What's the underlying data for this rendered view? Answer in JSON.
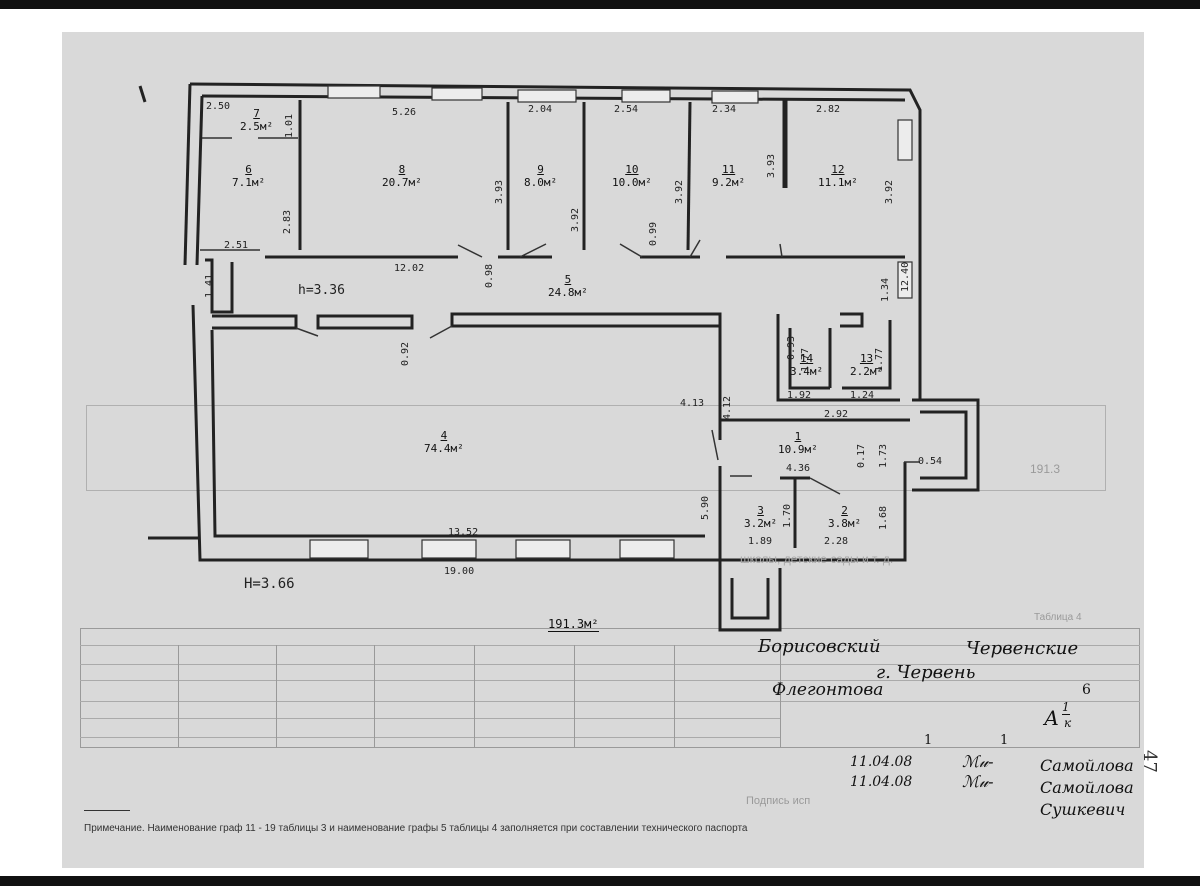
{
  "plan": {
    "rooms": [
      {
        "num": "7",
        "area": "2.5м²"
      },
      {
        "num": "6",
        "area": "7.1м²"
      },
      {
        "num": "8",
        "area": "20.7м²"
      },
      {
        "num": "9",
        "area": "8.0м²"
      },
      {
        "num": "10",
        "area": "10.0м²"
      },
      {
        "num": "11",
        "area": "9.2м²"
      },
      {
        "num": "12",
        "area": "11.1м²"
      },
      {
        "num": "5",
        "area": "24.8м²"
      },
      {
        "num": "4",
        "area": "74.4м²"
      },
      {
        "num": "14",
        "area": "3.4м²"
      },
      {
        "num": "13",
        "area": "2.2м²"
      },
      {
        "num": "1",
        "area": "10.9м²"
      },
      {
        "num": "3",
        "area": "3.2м²"
      },
      {
        "num": "2",
        "area": "3.8м²"
      }
    ],
    "dims": [
      "2.50",
      "1.01",
      "5.26",
      "2.04",
      "2.54",
      "2.34",
      "2.82",
      "2.83",
      "3.93",
      "3.92",
      "3.92",
      "3.93",
      "3.92",
      "2.51",
      "12.02",
      "0.98",
      "0.99",
      "12.40",
      "1.34",
      "1.41",
      "0.92",
      "0.93",
      "1.77",
      "1.77",
      "1.92",
      "1.24",
      "2.92",
      "4.13",
      "4.12",
      "0.17",
      "1.73",
      "0.54",
      "4.36",
      "1.70",
      "1.68",
      "5.90",
      "1.89",
      "2.28",
      "13.52",
      "19.00"
    ],
    "heights": [
      "h=3.36",
      "H=3.66"
    ],
    "total_area": "191.3м²"
  },
  "handwriting": {
    "line1a": "Борисовский",
    "line1b": "Червенские",
    "line2": "г. Червень",
    "line3": "Флегонтова",
    "sheet_num": "6",
    "sheet_code": "А",
    "sheet_frac_top": "1",
    "sheet_frac_bottom": "к",
    "sig_marks": [
      "1",
      "1"
    ],
    "date1": "11.04.08",
    "date2": "11.04.08",
    "name1": "Самойлова",
    "name2": "Самойлова",
    "name3": "Сушкевич",
    "faint_total": "191.3"
  },
  "printed": {
    "faint_school": "школы, детские сады и т. д.",
    "faint_table": "Таблица 4",
    "faint_sign": "Подпись исп",
    "note": "Примечание. Наименование граф 11 - 19 таблицы 3 и наименование графы 5 таблицы 4 заполняется при составлении технического паспорта",
    "page_mark": "47"
  }
}
